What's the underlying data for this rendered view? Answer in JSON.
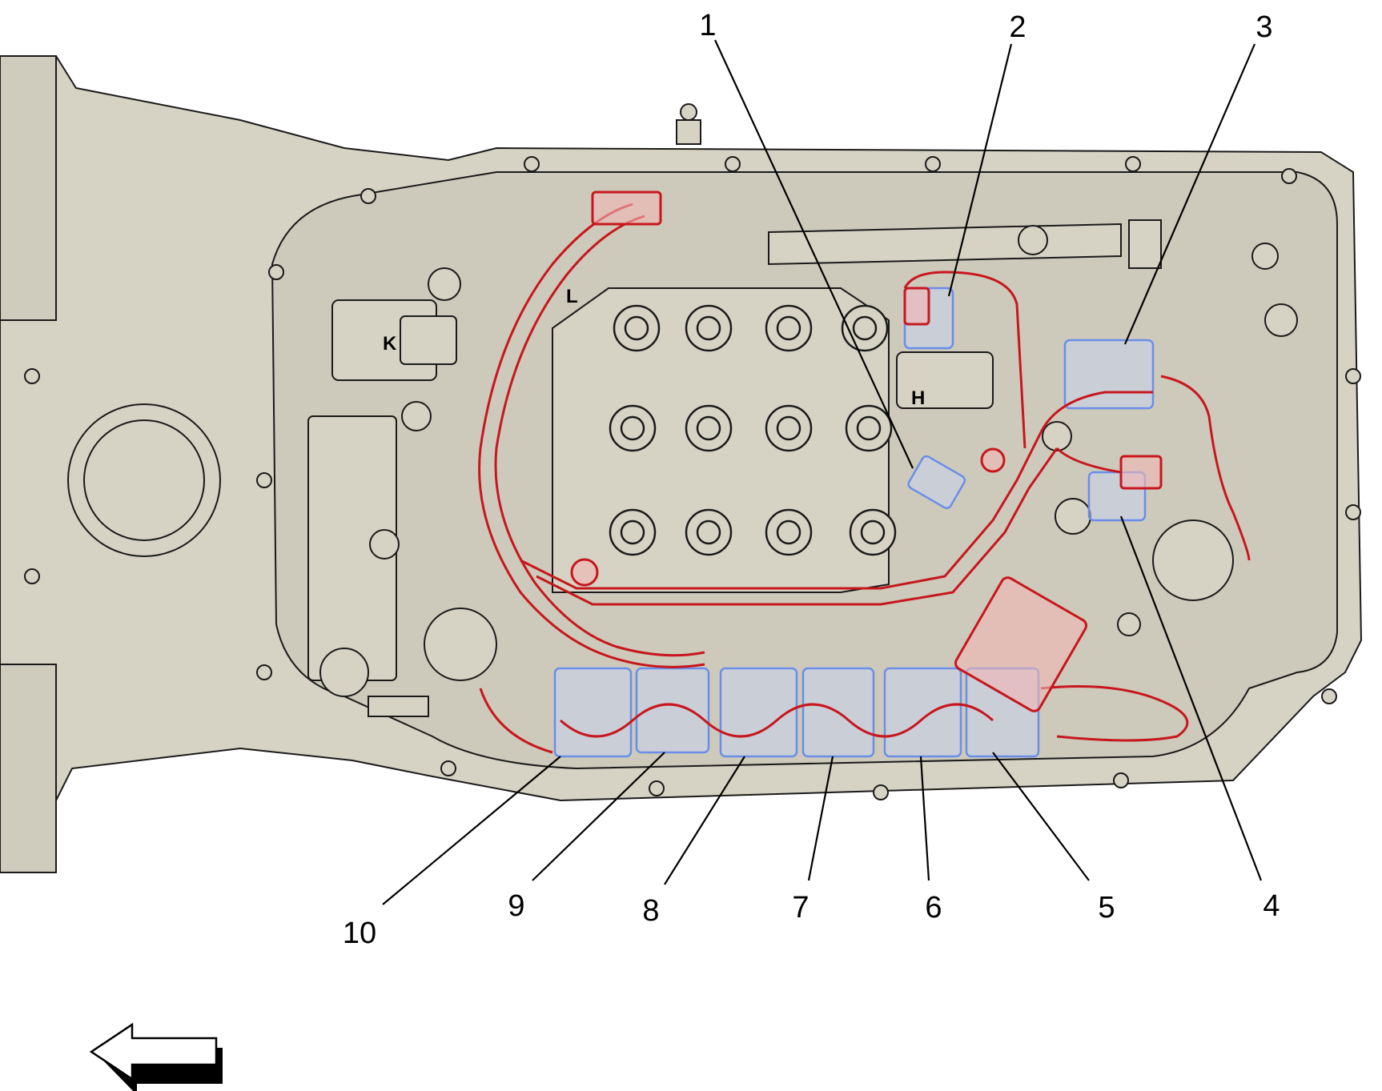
{
  "colors": {
    "housing_fill": "#d6d3c4",
    "housing_stroke": "#1a1a1a",
    "harness": "#c8161d",
    "solenoid": "#6a8ee8",
    "solenoid_fill": "#c8d2ee"
  },
  "part_letters": {
    "k": "K",
    "l": "L",
    "h": "H"
  },
  "callouts": [
    {
      "number": "1"
    },
    {
      "number": "2"
    },
    {
      "number": "3"
    },
    {
      "number": "4"
    },
    {
      "number": "5"
    },
    {
      "number": "6"
    },
    {
      "number": "7"
    },
    {
      "number": "8"
    },
    {
      "number": "9"
    },
    {
      "number": "10"
    }
  ],
  "direction_indicator": {
    "icon": "left-arrow-icon"
  }
}
